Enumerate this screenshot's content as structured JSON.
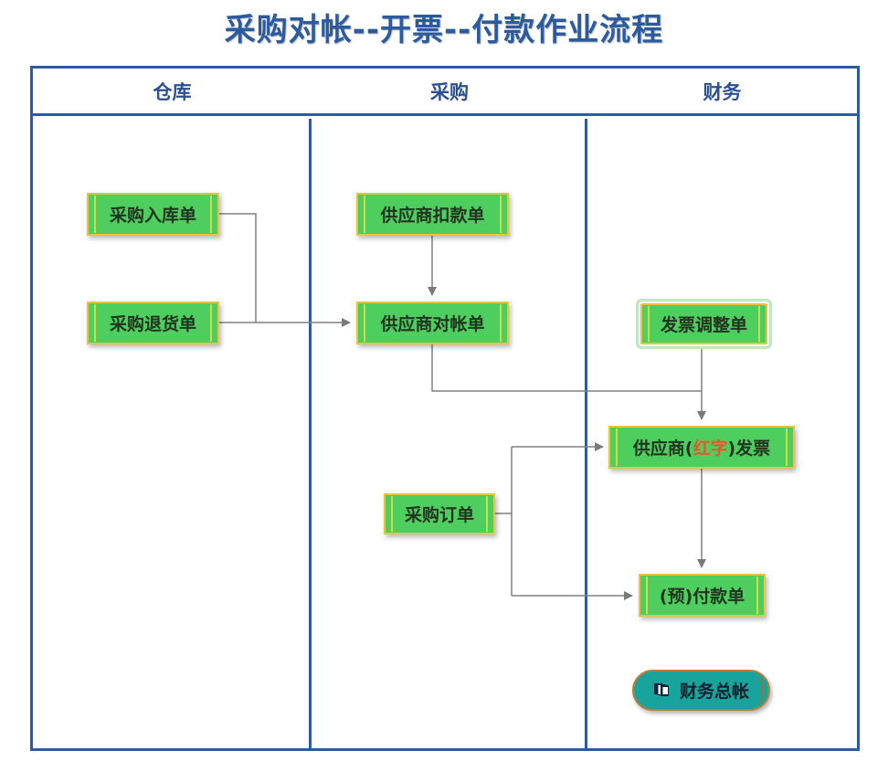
{
  "title": "采购对帐--开票--付款作业流程",
  "lanes": [
    {
      "label": "仓库"
    },
    {
      "label": "采购"
    },
    {
      "label": "财务"
    }
  ],
  "nodes": {
    "purchase_receipt": {
      "label": "采购入库单"
    },
    "purchase_return": {
      "label": "采购退货单"
    },
    "supplier_deduction": {
      "label": "供应商扣款单"
    },
    "supplier_statement": {
      "label": "供应商对帐单"
    },
    "invoice_adjustment": {
      "label": "发票调整单"
    },
    "supplier_invoice": {
      "prefix": "供应商(",
      "highlight": "红字",
      "suffix": ")发票"
    },
    "purchase_order": {
      "label": "采购订单"
    },
    "prepayment": {
      "label": "(预)付款单"
    },
    "general_ledger": {
      "label": "财务总帐"
    }
  },
  "colors": {
    "title_blue": "#2b5b9e",
    "table_border_blue": "#2e5b9f",
    "node_green": "#4fce60",
    "node_border_yellow": "#e5c63e",
    "node_text": "#21341f",
    "highlight_red": "#e8572b",
    "selected_outline_green": "#bfe7c6",
    "ledger_teal": "#18a39c",
    "ledger_border_tan": "#b5803c",
    "connector_gray": "#808080"
  }
}
